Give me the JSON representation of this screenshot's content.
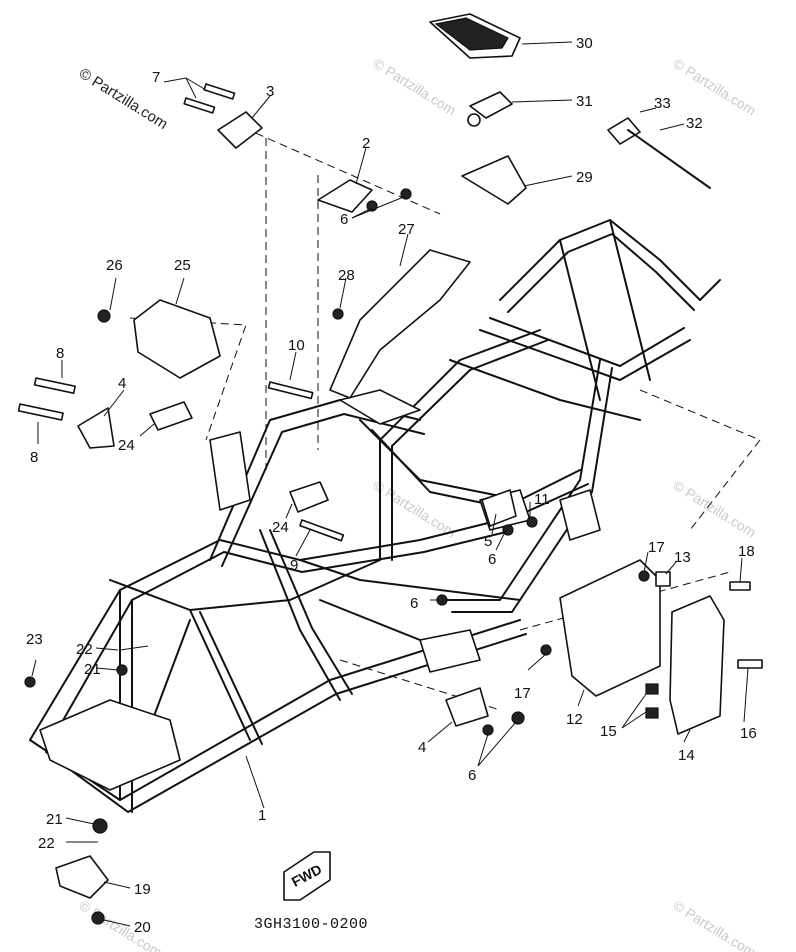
{
  "watermark": {
    "main": "© Partzilla.com",
    "faint": "© Partzilla.com"
  },
  "drawing_code": "3GH3100-0200",
  "fwd_label": "FWD",
  "callouts": {
    "c1": "1",
    "c2": "2",
    "c3": "3",
    "c4a": "4",
    "c4b": "4",
    "c5": "5",
    "c6a": "6",
    "c6b": "6",
    "c6c": "6",
    "c6d": "6",
    "c7": "7",
    "c8a": "8",
    "c8b": "8",
    "c9": "9",
    "c10": "10",
    "c11": "11",
    "c12": "12",
    "c13": "13",
    "c14": "14",
    "c15": "15",
    "c16": "16",
    "c17a": "17",
    "c17b": "17",
    "c18": "18",
    "c19": "19",
    "c20": "20",
    "c21a": "21",
    "c21b": "21",
    "c22a": "22",
    "c22b": "22",
    "c23": "23",
    "c24a": "24",
    "c24b": "24",
    "c25": "25",
    "c26": "26",
    "c27": "27",
    "c28": "28",
    "c29": "29",
    "c30": "30",
    "c31": "31",
    "c32": "32",
    "c33": "33"
  }
}
